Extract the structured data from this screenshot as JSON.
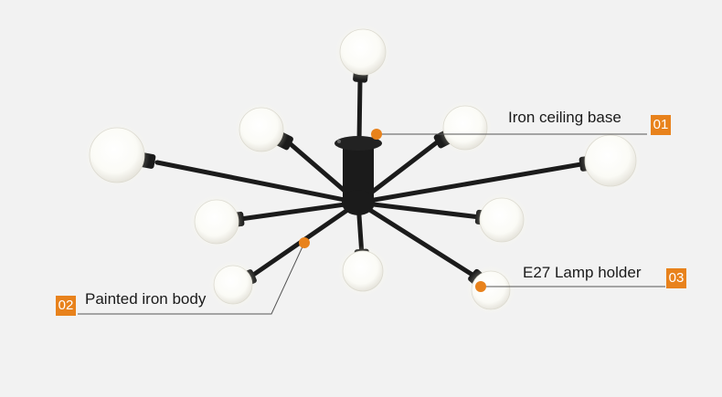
{
  "accent_color": "#e8821c",
  "lamp_color": "#1b1b1b",
  "callouts": [
    {
      "number": "01",
      "label": "Iron ceiling base"
    },
    {
      "number": "02",
      "label": "Painted iron body"
    },
    {
      "number": "03",
      "label": "E27 Lamp holder"
    }
  ]
}
